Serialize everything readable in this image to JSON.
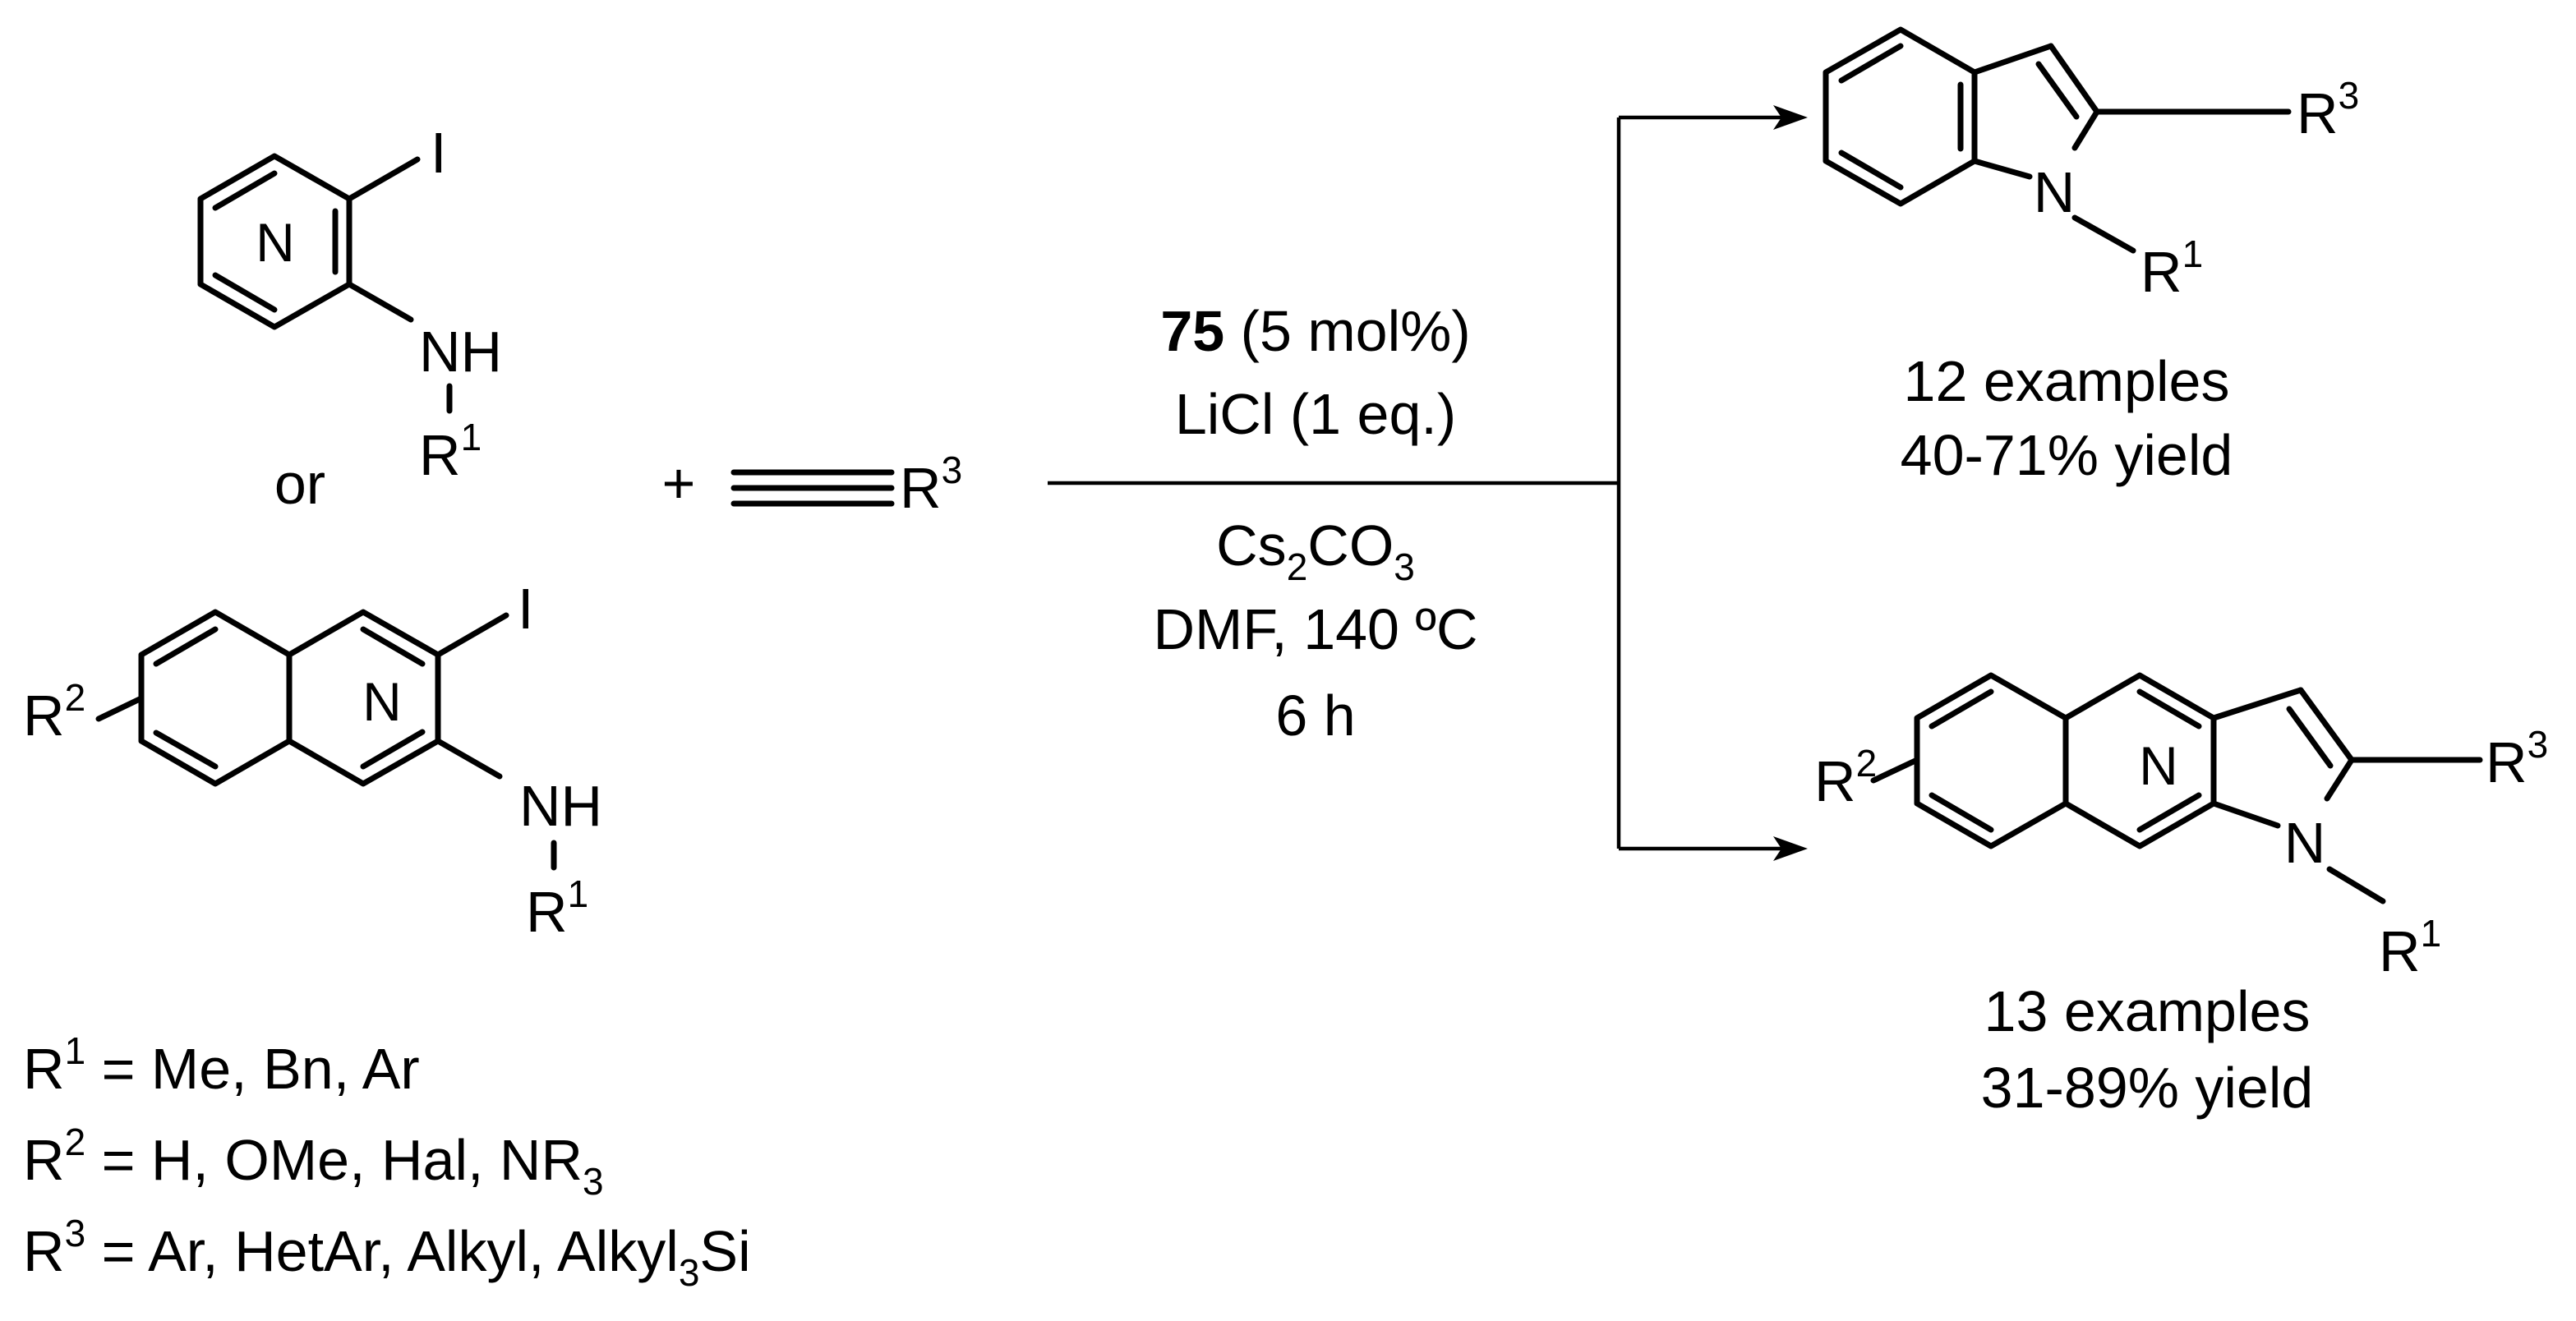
{
  "reactant_1": {
    "iodo": "I",
    "ring_n": "N",
    "amine_n": "NH",
    "r": "R",
    "r_sup": "1"
  },
  "or_text": "or",
  "reactant_2": {
    "iodo": "I",
    "ring_n": "N",
    "amine_n": "NH",
    "r": "R",
    "r_sup": "1",
    "sub": "R",
    "sub_sup": "2"
  },
  "plus": "+",
  "alkyne": {
    "r": "R",
    "r_sup": "3"
  },
  "conditions": {
    "catalyst_id": "75",
    "catalyst_rest": " (5 mol%)",
    "additive": "LiCl (1 eq.)",
    "base_a": "Cs",
    "base_sub1": "2",
    "base_b": "CO",
    "base_sub2": "3",
    "solvent_temp": "DMF, 140 ºC",
    "time": "6 h"
  },
  "product_1": {
    "ring_n": "N",
    "r3": "R",
    "r3_sup": "3",
    "r1": "R",
    "r1_sup": "1",
    "examples": "12 examples",
    "yield": "40-71% yield"
  },
  "product_2": {
    "ring_n": "N",
    "pyr_n": "N",
    "r2": "R",
    "r2_sup": "2",
    "r3": "R",
    "r3_sup": "3",
    "r1": "R",
    "r1_sup": "1",
    "examples": "13 examples",
    "yield": "31-89% yield"
  },
  "definitions": [
    {
      "r": "R",
      "sup": "1",
      "text": " = Me, Bn, Ar"
    },
    {
      "r": "R",
      "sup": "2",
      "text_a": " = H, OMe, Hal, NR",
      "sub": "3"
    },
    {
      "r": "R",
      "sup": "3",
      "text_a": " = Ar, HetAr, Alkyl, Alkyl",
      "sub": "3",
      "text_b": "Si"
    }
  ]
}
